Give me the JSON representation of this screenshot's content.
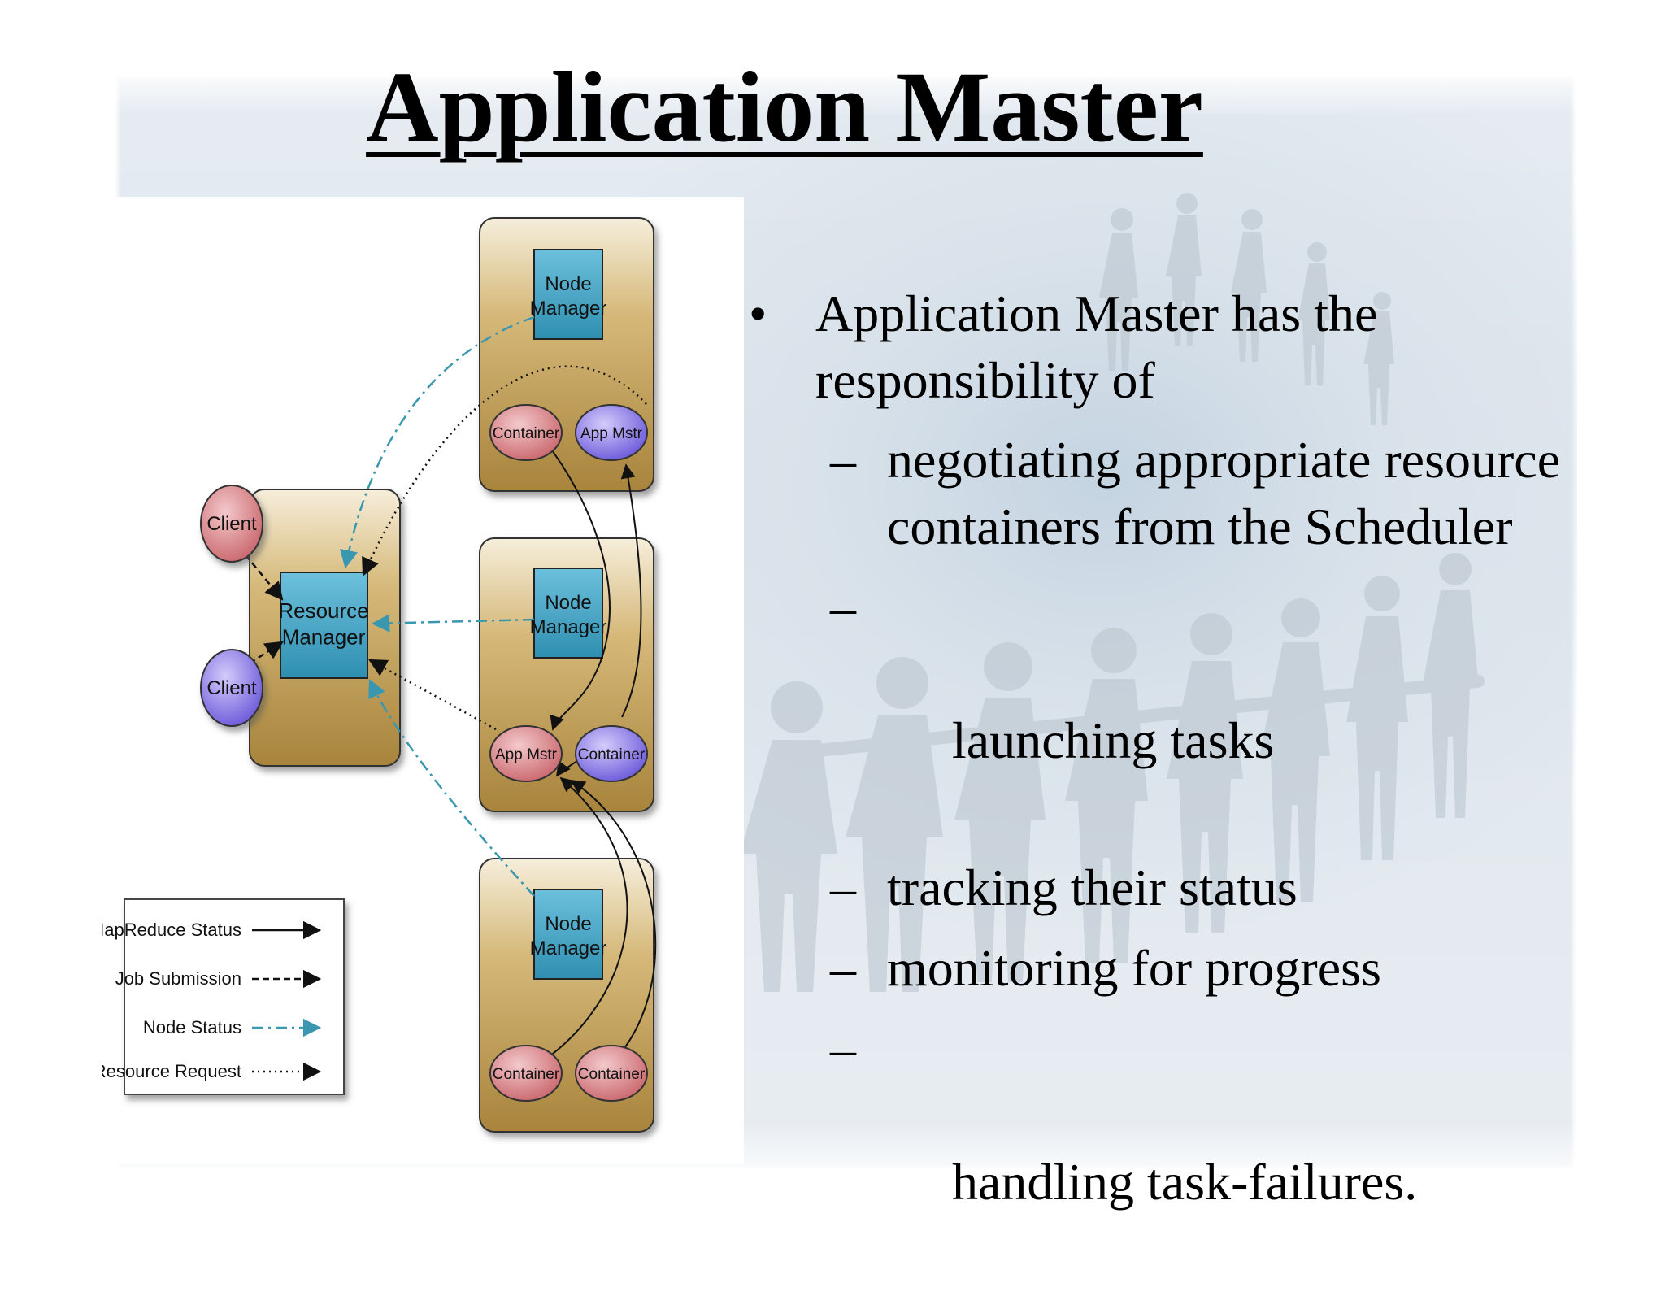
{
  "slide": {
    "title": "Application Master",
    "bullet": {
      "marker": "•",
      "text": "Application Master has the responsibility of",
      "sub_marker": "–",
      "sub_items": [
        "negotiating appropriate resource containers from the Scheduler",
        " launching tasks",
        "tracking their status",
        "monitoring for progress",
        " handling task-failures."
      ]
    }
  },
  "diagram": {
    "clients": [
      "Client",
      "Client"
    ],
    "resource_manager": "Resource Manager",
    "node_managers": [
      "Node Manager",
      "Node Manager",
      "Node Manager"
    ],
    "nodes": [
      {
        "pods": [
          "Container",
          "App Mstr"
        ]
      },
      {
        "pods": [
          "App Mstr",
          "Container"
        ]
      },
      {
        "pods": [
          "Container",
          "Container"
        ]
      }
    ],
    "legend": [
      {
        "label": "MapReduce Status",
        "style": "solid"
      },
      {
        "label": "Job Submission",
        "style": "dashed"
      },
      {
        "label": "Node Status",
        "style": "dashdot"
      },
      {
        "label": "Resource Request",
        "style": "dotted"
      }
    ],
    "colors": {
      "node_box": "#c4a25a",
      "manager_box": "#3fa1c2",
      "pink_pod": "#d9868a",
      "purple_pod": "#8a7ae8",
      "node_status_line": "#3a97b0"
    }
  }
}
